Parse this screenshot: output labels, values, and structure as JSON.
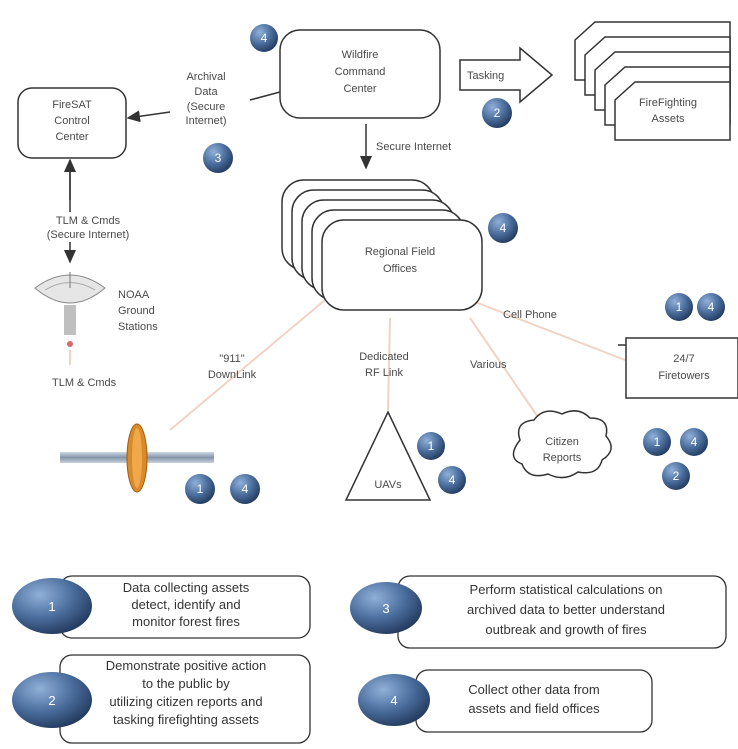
{
  "nodes": {
    "firesat": [
      "FireSAT",
      "Control",
      "Center"
    ],
    "wildfire": [
      "Wildfire",
      "Command",
      "Center"
    ],
    "ffassets": [
      "FireFighting",
      "Assets"
    ],
    "regional": [
      "Regional Field",
      "Offices"
    ],
    "lookouts": [
      "24/7",
      "Firetowers"
    ],
    "citizen": [
      "Citizen",
      "Reports"
    ],
    "uavs": "UAVs",
    "noaa": [
      "NOAA",
      "Ground",
      "Stations"
    ]
  },
  "edge_labels": {
    "archival": [
      "Archival",
      "Data",
      "(Secure",
      "Internet)"
    ],
    "tasking": "Tasking",
    "secure_internet": "Secure Internet",
    "tlm_secure": [
      "TLM & Cmds",
      "(Secure Internet)"
    ],
    "tlm_cmds": "TLM & Cmds",
    "downlink": [
      "\"911\"",
      "DownLink"
    ],
    "dedicated_rf": [
      "Dedicated",
      "RF Link"
    ],
    "various": "Various",
    "cell_phone": "Cell Phone"
  },
  "badges": {
    "wildfire": "4",
    "archival": "3",
    "tasking": "2",
    "regional": "4",
    "lookouts_a": "1",
    "lookouts_b": "4",
    "citizen_a": "1",
    "citizen_b": "4",
    "citizen_c": "2",
    "uav_a": "1",
    "uav_b": "4",
    "sat_a": "1",
    "sat_b": "4"
  },
  "legend": [
    {
      "num": "1",
      "lines": [
        "Data collecting assets",
        "detect, identify and",
        "monitor forest fires"
      ]
    },
    {
      "num": "2",
      "lines": [
        "Demonstrate positive action",
        "to the public by",
        "utilizing citizen reports and",
        "tasking firefighting assets"
      ]
    },
    {
      "num": "3",
      "lines": [
        "Perform statistical calculations on",
        "archived data to better understand",
        "outbreak and growth of fires"
      ]
    },
    {
      "num": "4",
      "lines": [
        "Collect other data from",
        "assets and field offices"
      ]
    }
  ],
  "colors": {
    "badge": "#3e5f8a",
    "node_stroke": "#333333",
    "accent_line": "#e8b59a",
    "satellite_body": "#d98a2b"
  }
}
